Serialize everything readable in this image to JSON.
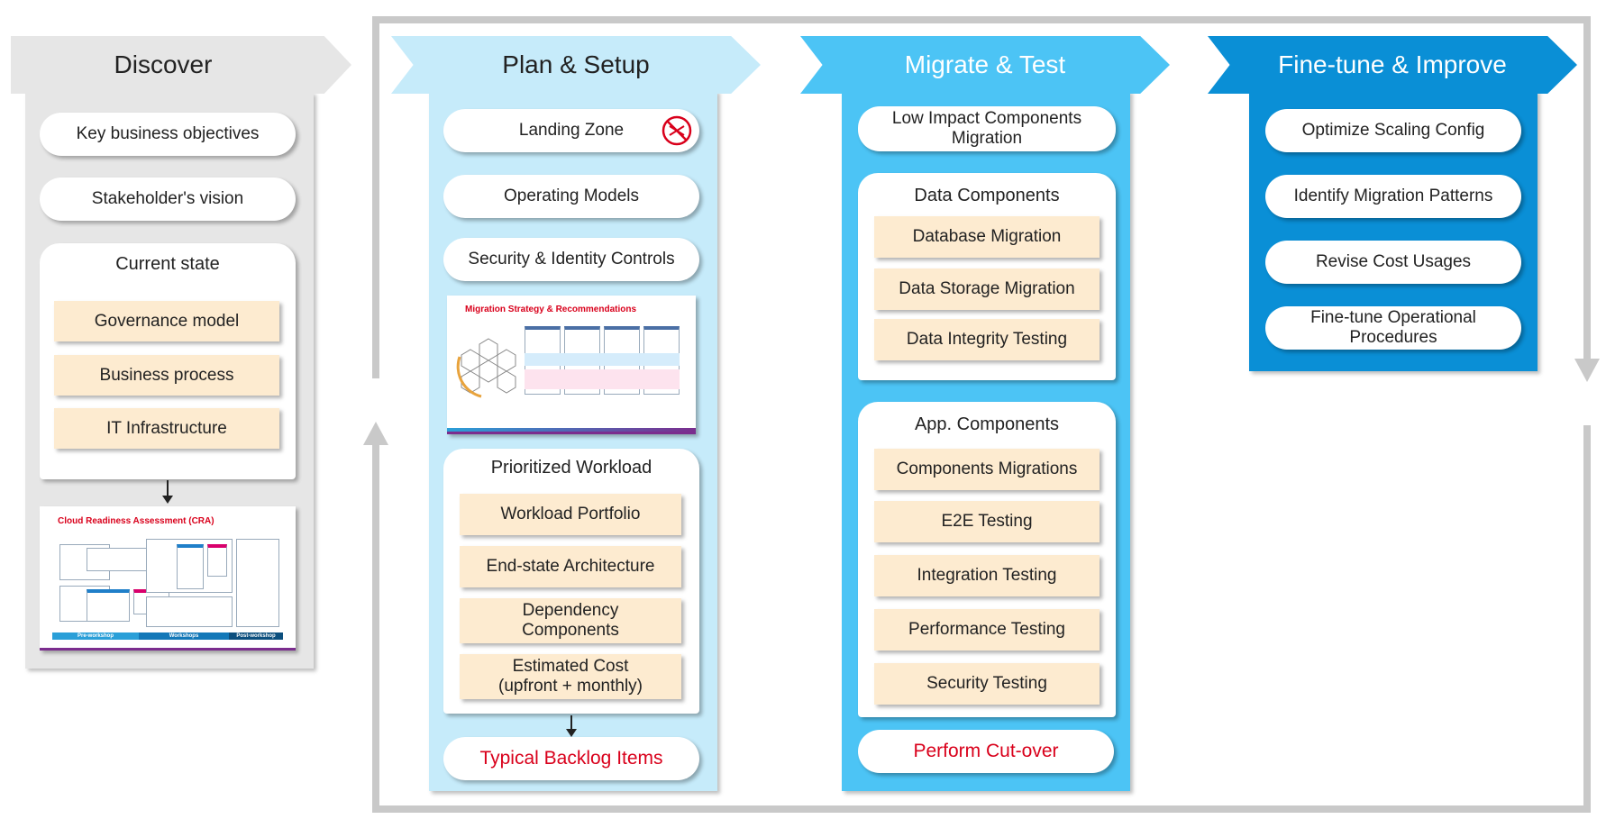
{
  "discover": {
    "title": "Discover",
    "items": [
      "Key business objectives",
      "Stakeholder's vision"
    ],
    "current_state": {
      "title": "Current state",
      "items": [
        "Governance model",
        "Business process",
        "IT Infrastructure"
      ]
    },
    "cra_title": "Cloud Readiness Assessment (CRA)",
    "cra_phases": [
      "Pre-workshop",
      "Workshops",
      "Post-workshop"
    ]
  },
  "plan": {
    "title": "Plan & Setup",
    "items": [
      "Landing Zone",
      "Operating Models",
      "Security & Identity Controls"
    ],
    "strategy_title": "Migration Strategy & Recommendations",
    "workload": {
      "title": "Prioritized Workload",
      "items": [
        "Workload Portfolio",
        "End-state Architecture",
        "Dependency Components",
        "Estimated Cost (upfront + monthly)"
      ]
    },
    "backlog": "Typical Backlog Items"
  },
  "migrate": {
    "title": "Migrate & Test",
    "low_impact": "Low Impact Components Migration",
    "data": {
      "title": "Data Components",
      "items": [
        "Database Migration",
        "Data Storage Migration",
        "Data Integrity Testing"
      ]
    },
    "app": {
      "title": "App. Components",
      "items": [
        "Components Migrations",
        "E2E Testing",
        "Integration Testing",
        "Performance Testing",
        "Security Testing"
      ]
    },
    "cutover": "Perform Cut-over"
  },
  "finetune": {
    "title": "Fine-tune & Improve",
    "items": [
      "Optimize Scaling Config",
      "Identify Migration Patterns",
      "Revise Cost Usages",
      "Fine-tune Operational Procedures"
    ]
  },
  "colors": {
    "discover": "#e6e6e6",
    "plan": "#c6ebfa",
    "migrate": "#4cc4f5",
    "finetune": "#0a8fd6",
    "tan": "#fdebd0",
    "accent_red": "#d9001b"
  }
}
